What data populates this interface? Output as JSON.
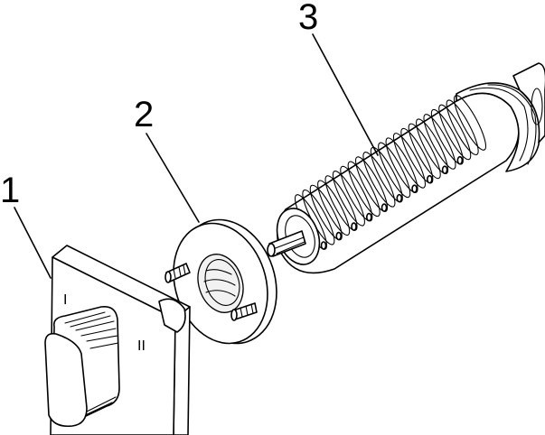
{
  "callouts": [
    {
      "id": "1",
      "label": "1"
    },
    {
      "id": "2",
      "label": "2"
    },
    {
      "id": "3",
      "label": "3"
    }
  ],
  "plate_marks": {
    "left": "I",
    "right": "II"
  },
  "colors": {
    "stroke": "#000000",
    "background": "#ffffff"
  }
}
